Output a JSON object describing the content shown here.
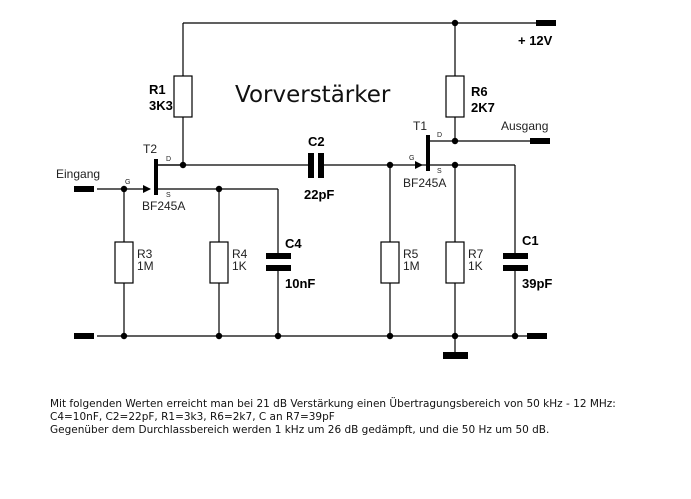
{
  "title": "Vorverstärker",
  "supply": {
    "label": "+ 12V"
  },
  "ports": {
    "input": "Eingang",
    "output": "Ausgang"
  },
  "transistors": [
    {
      "ref": "T2",
      "type": "BF245A",
      "pins": {
        "gate": "G",
        "drain": "D",
        "source": "S"
      }
    },
    {
      "ref": "T1",
      "type": "BF245A",
      "pins": {
        "gate": "G",
        "drain": "D",
        "source": "S"
      }
    }
  ],
  "resistors": {
    "R1": {
      "ref": "R1",
      "value": "3K3"
    },
    "R3": {
      "ref": "R3",
      "value": "1M"
    },
    "R4": {
      "ref": "R4",
      "value": "1K"
    },
    "R5": {
      "ref": "R5",
      "value": "1M"
    },
    "R6": {
      "ref": "R6",
      "value": "2K7"
    },
    "R7": {
      "ref": "R7",
      "value": "1K"
    }
  },
  "capacitors": {
    "C1": {
      "ref": "C1",
      "value": "39pF"
    },
    "C2": {
      "ref": "C2",
      "value": "22pF"
    },
    "C4": {
      "ref": "C4",
      "value": "10nF"
    }
  },
  "caption": {
    "line1": "Mit folgenden Werten erreicht man bei 21 dB Verstärkung einen Übertragungsbereich von 50 kHz - 12 MHz:",
    "line2": "C4=10nF, C2=22pF, R1=3k3, R6=2k7, C an R7=39pF",
    "line3": "Gegenüber dem Durchlassbereich werden 1 kHz um 26 dB gedämpft, und die 50 Hz um 50 dB."
  }
}
